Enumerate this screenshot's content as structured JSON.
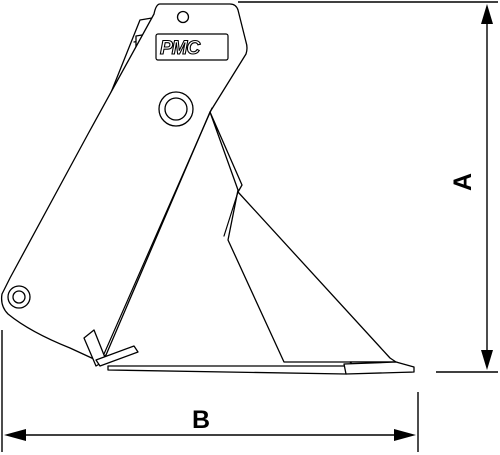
{
  "brand": {
    "logo_text": "PMC"
  },
  "dimensions": {
    "height_label": "A",
    "width_label": "B"
  },
  "colors": {
    "line": "#000000",
    "background": "#ffffff"
  }
}
